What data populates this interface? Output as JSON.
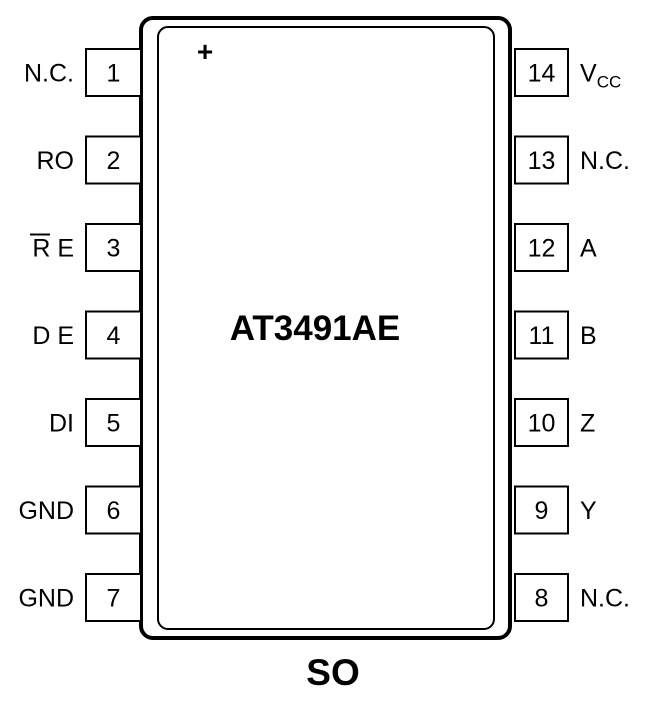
{
  "chip": {
    "part_number": "AT3491AE",
    "package": "SO",
    "pin1_marker": "+"
  },
  "pins_left": [
    {
      "number": "1",
      "name": "N.C."
    },
    {
      "number": "2",
      "name": "RO"
    },
    {
      "number": "3",
      "name": "R E",
      "overbar": true
    },
    {
      "number": "4",
      "name": "D E"
    },
    {
      "number": "5",
      "name": "DI"
    },
    {
      "number": "6",
      "name": "GND"
    },
    {
      "number": "7",
      "name": "GND"
    }
  ],
  "pins_right": [
    {
      "number": "14",
      "name": "V",
      "subscript": "CC"
    },
    {
      "number": "13",
      "name": "N.C."
    },
    {
      "number": "12",
      "name": "A"
    },
    {
      "number": "11",
      "name": "B"
    },
    {
      "number": "10",
      "name": "Z"
    },
    {
      "number": "9",
      "name": "Y"
    },
    {
      "number": "8",
      "name": "N.C."
    }
  ]
}
